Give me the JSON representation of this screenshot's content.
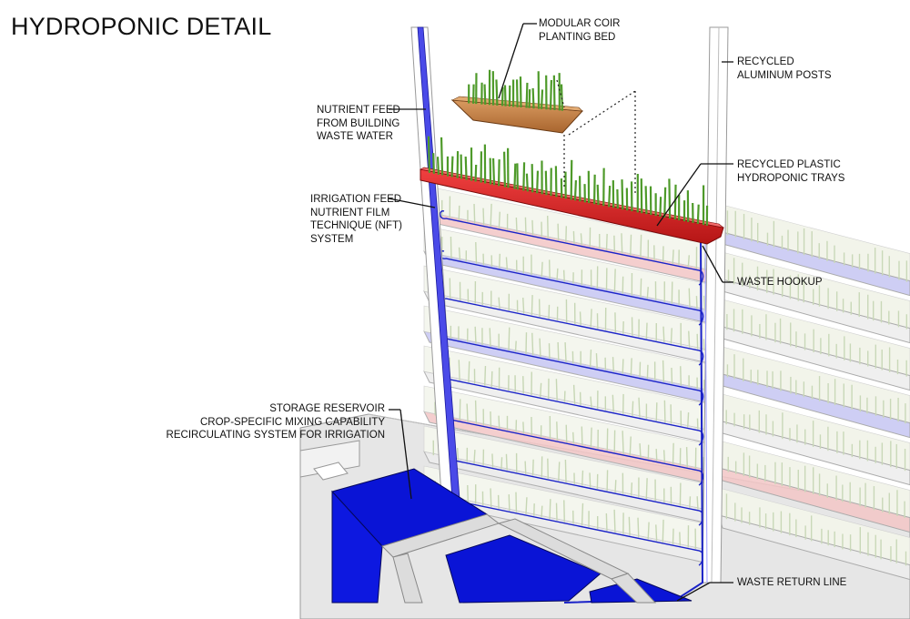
{
  "title": "HYDROPONIC DETAIL",
  "labels": {
    "modular_coir": [
      "MODULAR COIR",
      "PLANTING BED"
    ],
    "aluminum_posts": [
      "RECYCLED",
      "ALUMINUM POSTS"
    ],
    "nutrient_feed": [
      "NUTRIENT FEED",
      "FROM BUILDING",
      "WASTE WATER"
    ],
    "plastic_trays": [
      "RECYCLED PLASTIC",
      "HYDROPONIC TRAYS"
    ],
    "irrigation_feed": [
      "IRRIGATION FEED",
      "NUTRIENT FILM",
      "TECHNIQUE (NFT)",
      "SYSTEM"
    ],
    "waste_hookup": [
      "WASTE HOOKUP"
    ],
    "storage_reservoir": [
      "STORAGE RESERVOIR",
      "CROP-SPECIFIC MIXING CAPABILITY",
      "RECIRCULATING SYSTEM FOR IRRIGATION"
    ],
    "waste_return": [
      "WASTE RETURN LINE"
    ]
  },
  "colors": {
    "feed_pipe": "#4a4ae8",
    "irrigation_line": "#1a22c8",
    "red_tray": "#dd1f1f",
    "coir_bed": "#c9834a",
    "plants": "#4e9a2a",
    "reservoir": "#0a14d6",
    "floor": "#e6e6e6",
    "tray_pink": "#f2c6c6",
    "tray_lavender": "#c6c6f2",
    "tray_grey": "#ececec"
  }
}
